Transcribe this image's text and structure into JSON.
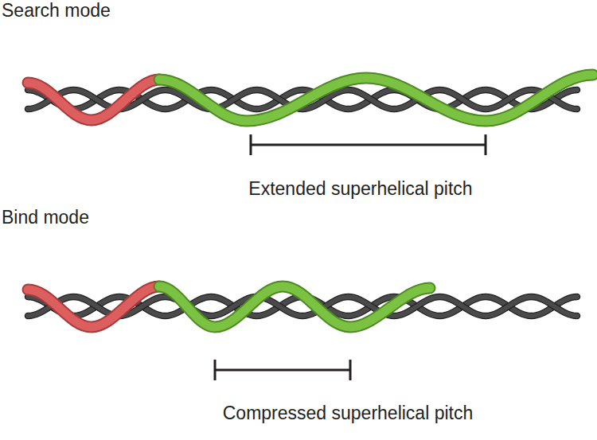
{
  "diagram": {
    "labels": [
      "Search mode",
      "Extended superhelical pitch",
      "Bind mode",
      "Compressed superhelical pitch"
    ]
  }
}
